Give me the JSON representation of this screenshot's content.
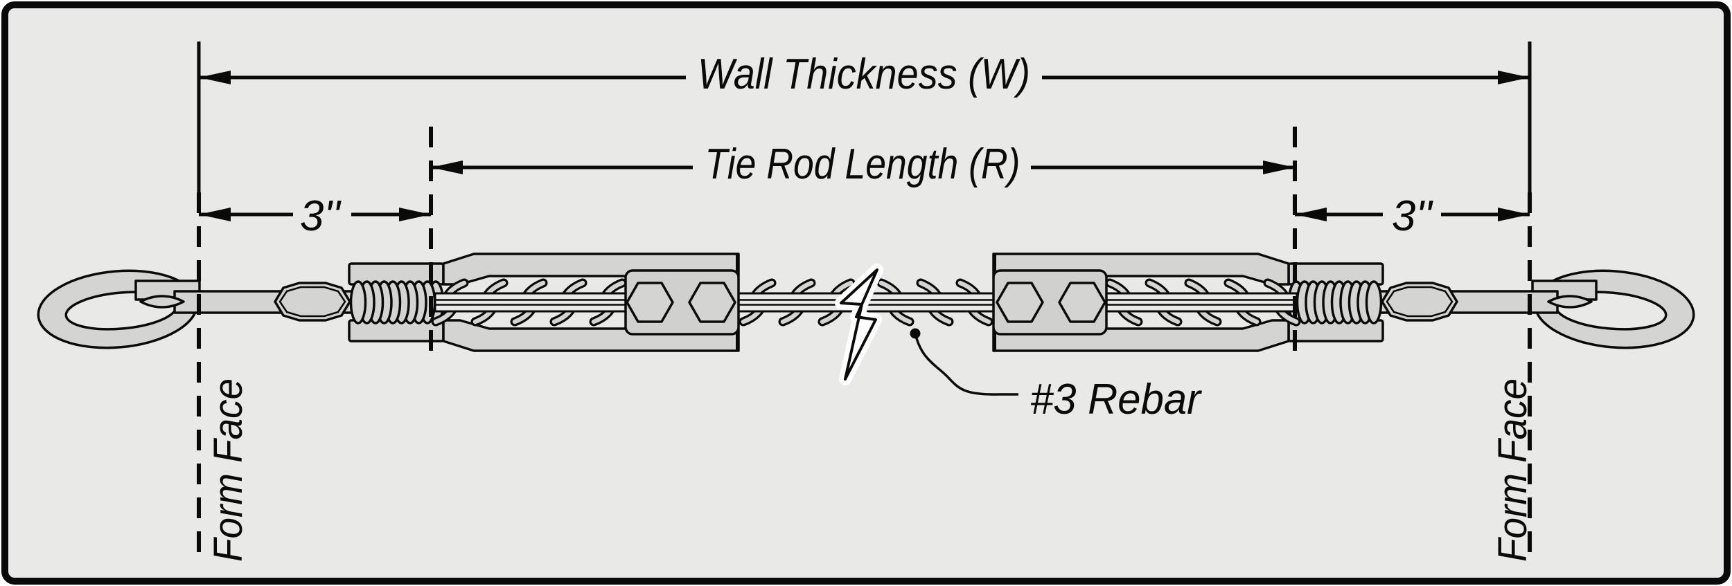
{
  "diagram": {
    "wall_thickness_label": "Wall Thickness (W)",
    "tie_rod_length_label": "Tie Rod Length (R)",
    "left_offset_label": "3''",
    "right_offset_label": "3''",
    "form_face_left_label": "Form Face",
    "form_face_right_label": "Form Face",
    "rebar_label": "#3 Rebar"
  },
  "colors": {
    "panel_background": "#e9e9e7",
    "metal_fill": "#d4d4d2",
    "nut_block_fill": "#d0d0ce",
    "line_color": "#0a0a0a",
    "break_symbol_fill": "#ffffff"
  }
}
